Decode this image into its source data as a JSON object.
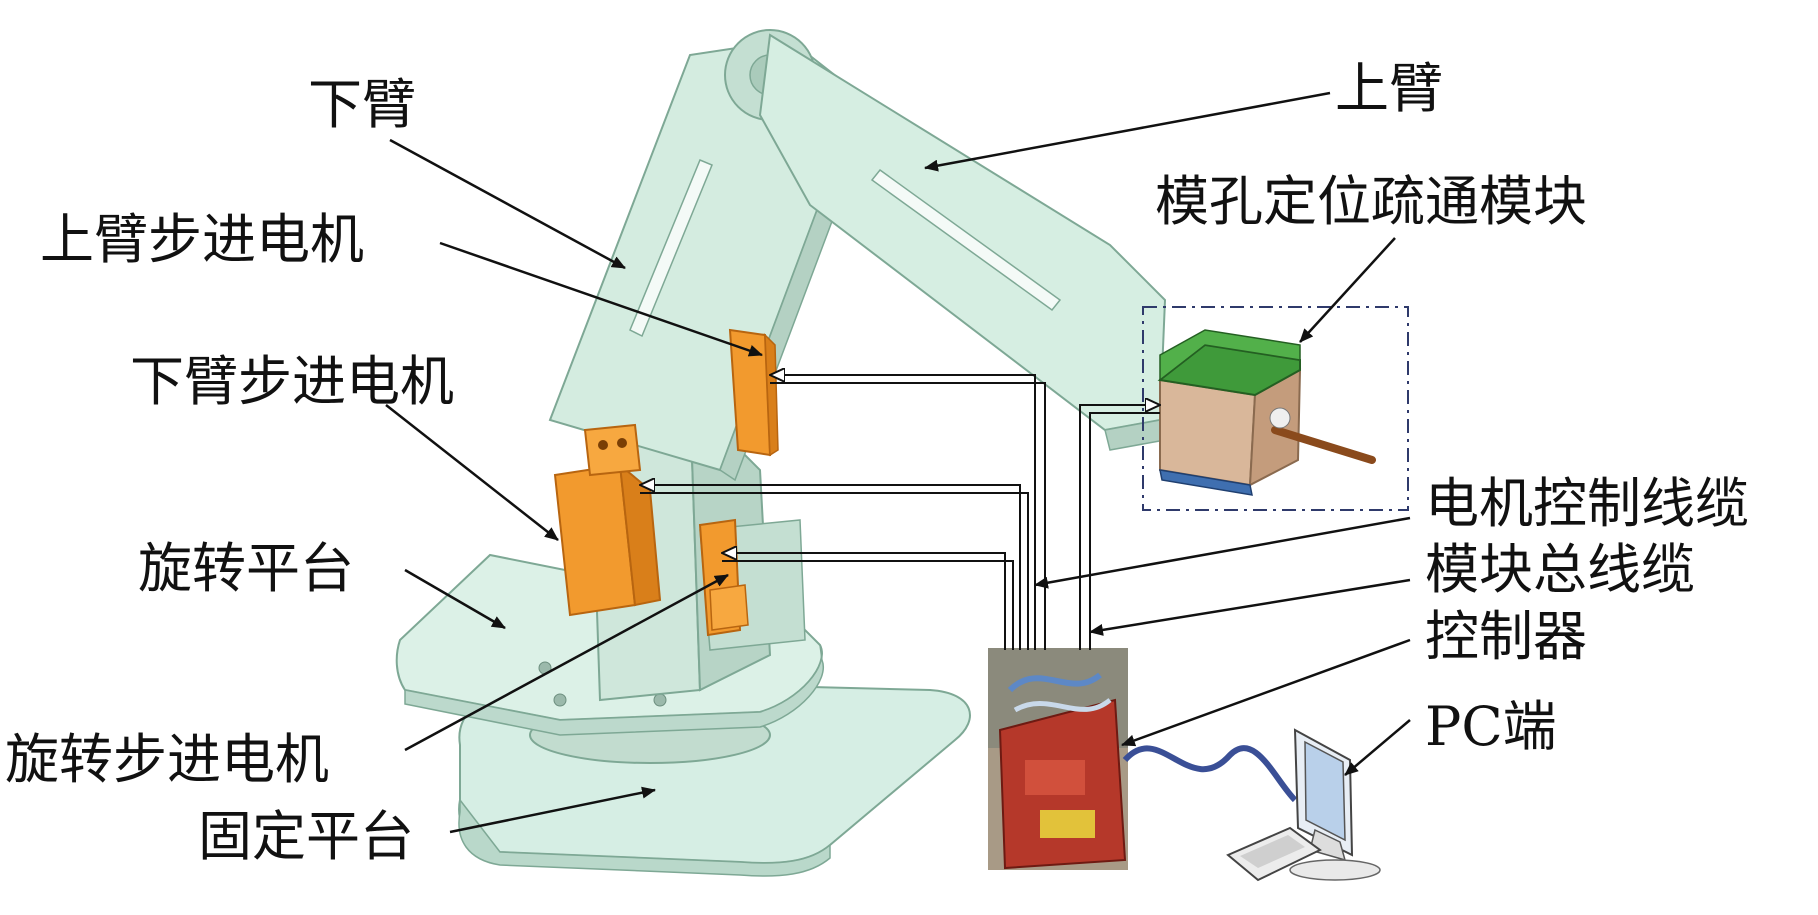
{
  "labels": {
    "lower_arm": "下臂",
    "upper_arm": "上臂",
    "upper_arm_motor": "上臂步进电机",
    "lower_arm_motor": "下臂步进电机",
    "mold_hole_module": "模孔定位疏通模块",
    "rotating_platform": "旋转平台",
    "motor_cable": "电机控制线缆",
    "module_bus_cable": "模块总线缆",
    "controller": "控制器",
    "pc": "PC端",
    "rotation_motor": "旋转步进电机",
    "fixed_platform": "固定平台"
  },
  "colors": {
    "arm": "#d4ece0",
    "arm_edge": "#8fb3a2",
    "motor": "#f29a2e",
    "motor_dark": "#c86f12",
    "module_green": "#3f9a3a",
    "module_tan": "#d9b79a",
    "controller_red": "#b5382a",
    "cable_blue": "#3a4f96",
    "leader": "#111111"
  }
}
